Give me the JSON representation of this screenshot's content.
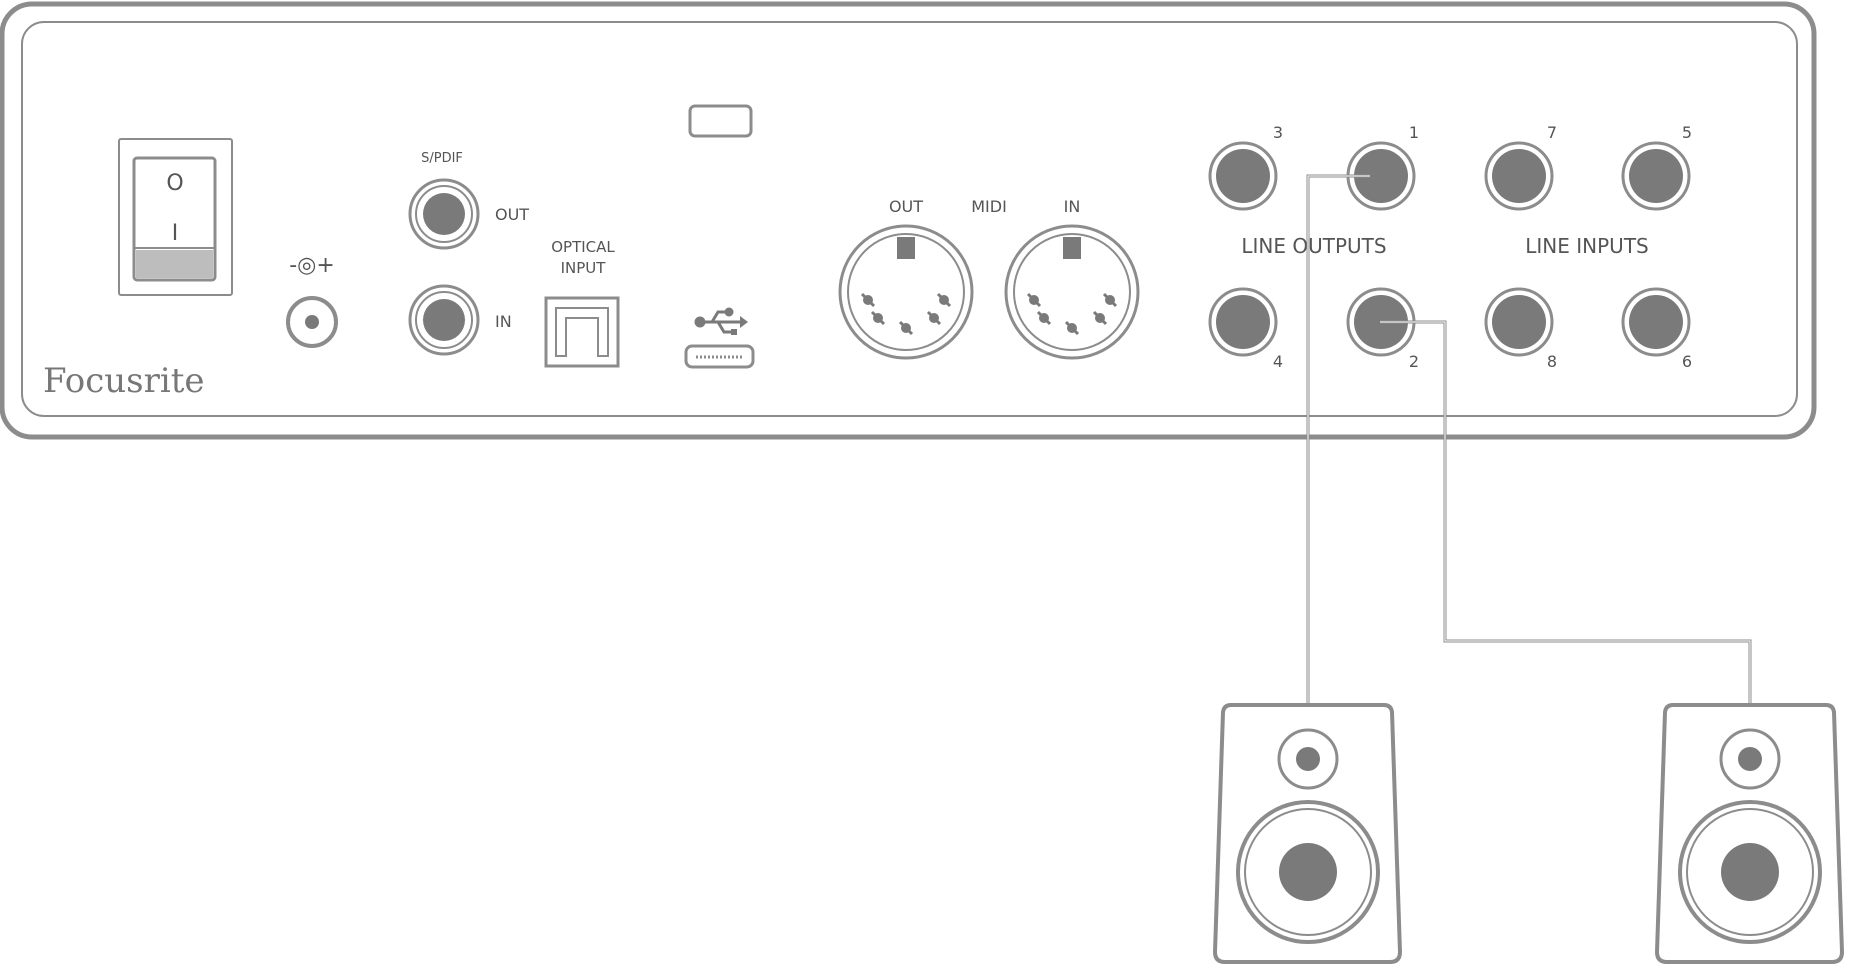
{
  "panel": {
    "brand": "Focusrite",
    "power_symbol_top": "O",
    "power_symbol_bottom": "I",
    "dc_polarity": "-◎+",
    "spdif_label": "S/PDIF",
    "spdif_out_label": "OUT",
    "spdif_in_label": "IN",
    "optical_label_1": "OPTICAL",
    "optical_label_2": "INPUT",
    "midi_out_label": "OUT",
    "midi_label": "MIDI",
    "midi_in_label": "IN",
    "line_outputs_label": "LINE OUTPUTS",
    "line_inputs_label": "LINE INPUTS",
    "jack_numbers": {
      "o3": "3",
      "o1": "1",
      "o4": "4",
      "o2": "2",
      "i7": "7",
      "i5": "5",
      "i8": "8",
      "i6": "6"
    }
  },
  "icons": [
    "power-switch-icon",
    "dc-power-icon",
    "usb-icon",
    "usb-c-port-icon",
    "kensington-lock-icon",
    "midi-din-icon",
    "speaker-icon"
  ],
  "colors": {
    "outline": "#8c8c8c",
    "jack_fill": "#7a7a7a",
    "cable": "#8c8c8c"
  }
}
